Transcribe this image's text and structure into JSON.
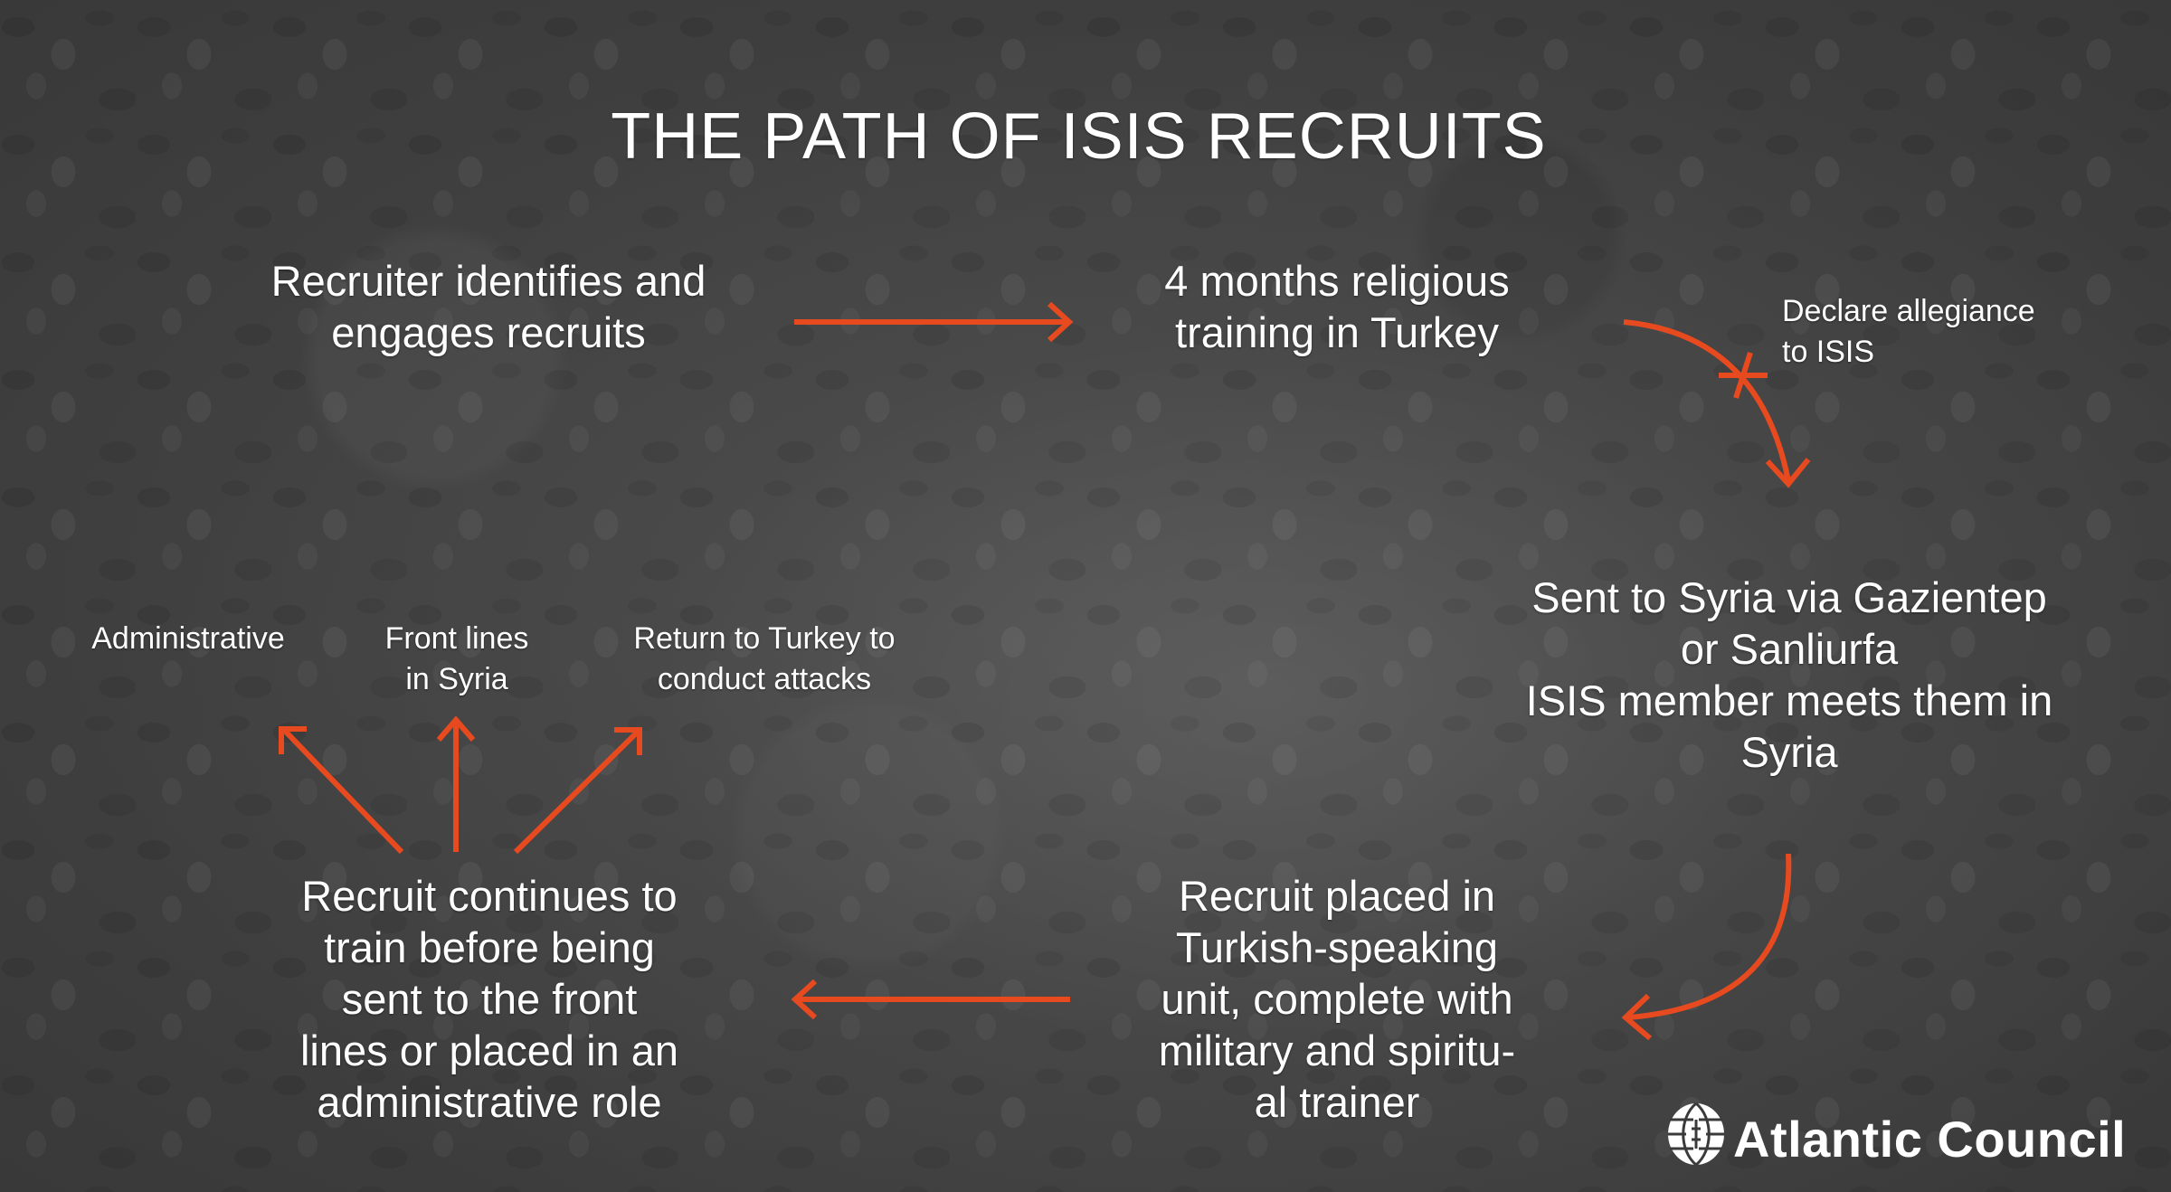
{
  "title": "THE PATH OF ISIS RECRUITS",
  "colors": {
    "accent_arrow": "#E84A1F",
    "text": "#FFFFFF",
    "background_center": "#5A5A5A",
    "background_edge": "#2D2D2D"
  },
  "steps": [
    {
      "id": "recruiter",
      "lines": [
        "Recruiter identifies and",
        "engages recruits"
      ]
    },
    {
      "id": "training",
      "lines": [
        "4 months religious",
        "training in Turkey"
      ]
    },
    {
      "id": "sent-to-syria",
      "lines": [
        "Sent to Syria via Gazientep",
        "or Sanliurfa",
        "ISIS member meets them in",
        "Syria"
      ]
    },
    {
      "id": "placed-in-unit",
      "lines": [
        "Recruit placed in",
        "Turkish-speaking",
        "unit, complete with",
        "military and spiritu-",
        "al trainer"
      ]
    },
    {
      "id": "continues-training",
      "lines": [
        "Recruit continues to",
        "train before being",
        "sent to the front",
        "lines or placed in an",
        "administrative role"
      ]
    }
  ],
  "annotations": {
    "allegiance": {
      "lines": [
        "Declare allegiance",
        "to ISIS"
      ]
    }
  },
  "outcomes": [
    {
      "id": "administrative",
      "lines": [
        "Administrative"
      ]
    },
    {
      "id": "front-lines",
      "lines": [
        "Front lines",
        "in Syria"
      ]
    },
    {
      "id": "return-to-turkey",
      "lines": [
        "Return to Turkey to",
        "conduct attacks"
      ]
    }
  ],
  "logo": {
    "icon": "globe-icon",
    "text": "Atlantic Council"
  }
}
